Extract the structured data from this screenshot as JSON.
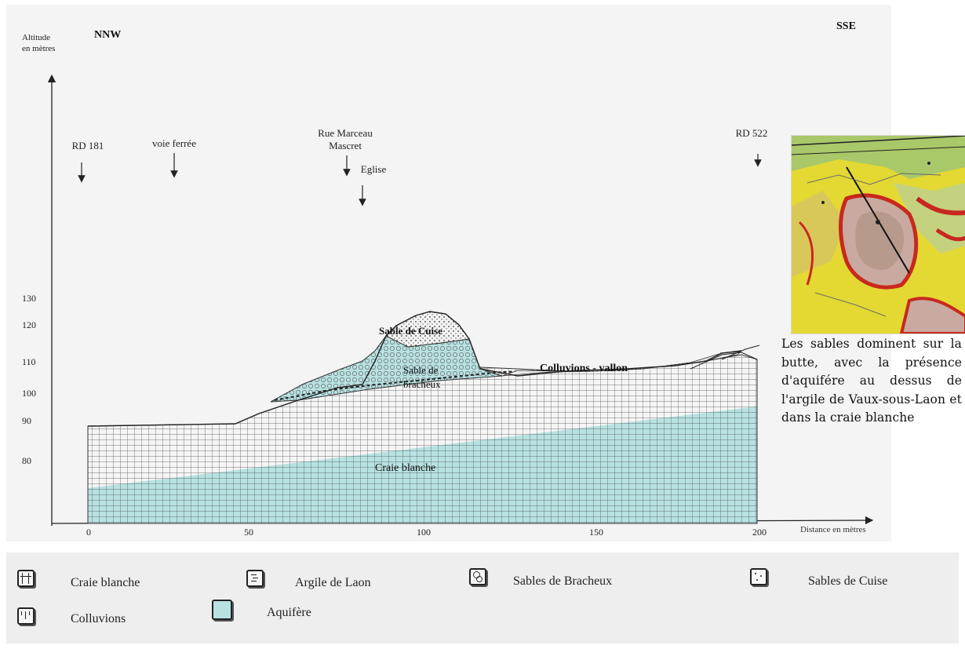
{
  "header": {
    "axis_title_line1": "Altitude",
    "axis_title_line2": "en mètres",
    "left_direction": "NNW",
    "right_direction": "SSE",
    "x_axis_label": "Distance en mètres"
  },
  "landmarks": [
    {
      "label_lines": [
        "RD 181"
      ],
      "distance": 0
    },
    {
      "label_lines": [
        "voie ferrée"
      ],
      "distance": 27
    },
    {
      "label_lines": [
        "Rue Marceau",
        "Mascret"
      ],
      "distance": 79
    },
    {
      "label_lines": [
        "Eglise"
      ],
      "distance": 84
    },
    {
      "label_lines": [
        "RD 522"
      ],
      "distance": 200
    }
  ],
  "y_ticks": [
    "130",
    "120",
    "110",
    "100",
    "90",
    "80"
  ],
  "x_ticks": [
    "0",
    "50",
    "100",
    "150",
    "200"
  ],
  "layer_labels": {
    "cuise": "Sable de Cuise",
    "bracheux_line1": "Sable de",
    "bracheux_line2": "bracheux",
    "colluvions": "Colluvions - vallon",
    "craie": "Craie blanche"
  },
  "caption": "Les sables dominent sur la butte, avec la présence d'aquifére au dessus de l'argile de Vaux-sous-Laon et dans la craie blanche",
  "legend": {
    "craie": "Craie blanche",
    "argile": "Argile de Laon",
    "bracheux": "Sables de Bracheux",
    "cuise": "Sables de Cuise",
    "colluvions": "Colluvions",
    "aquifere": "Aquifère"
  },
  "colors": {
    "aquifer": "#b8e2e2",
    "grid_line": "#4a4a4a",
    "map_yellow": "#e4d832",
    "map_red": "#c8281e"
  }
}
